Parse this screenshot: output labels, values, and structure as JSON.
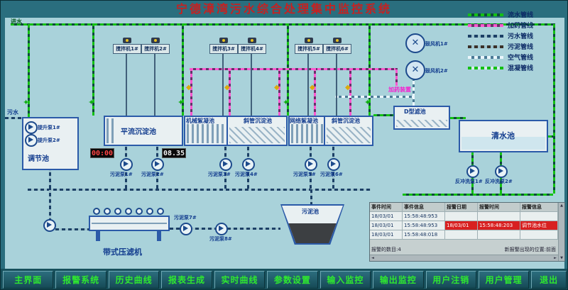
{
  "title": "宁德漳湾污水综合处理集中监控系统",
  "inlet_label": "进水",
  "sewage_label": "污水",
  "legend": {
    "items": [
      {
        "label": "流水管线"
      },
      {
        "label": "加药管线"
      },
      {
        "label": "污水管线"
      },
      {
        "label": "污泥管线"
      },
      {
        "label": "空气管线"
      },
      {
        "label": "混凝管线"
      }
    ]
  },
  "tanks": {
    "regulating": "调节池",
    "horizontal_sedimentation": "平流沉淀池",
    "mechanical_flocculation": "机械絮凝池",
    "inclined_tube_1": "斜管沉淀池",
    "grid_flocculation": "网络絮凝池",
    "inclined_tube_2": "斜管沉淀池",
    "d_filter": "D型滤池",
    "clear_water": "清水池",
    "sludge_tank": "污泥池",
    "belt_press": "带式压滤机"
  },
  "mixers": [
    "搅拌机1#",
    "搅拌机2#",
    "搅拌机3#",
    "搅拌机4#",
    "搅拌机5#",
    "搅拌机6#"
  ],
  "blowers": [
    "鼓风机1#",
    "鼓风机2#"
  ],
  "dosing_label": "加药装置",
  "pumps": {
    "lift1": "提升泵1#",
    "lift2": "提升泵2#",
    "sludge1": "污泥泵1#",
    "sludge2": "污泥泵2#",
    "sludge3": "污泥泵3#",
    "sludge4": "污泥泵4#",
    "sludge5": "污泥泵5#",
    "sludge6": "污泥泵6#",
    "sludge7": "污泥泵7#",
    "sludge8": "污泥泵8#",
    "backwash1": "反冲洗泵1#",
    "backwash2": "反冲洗泵2#"
  },
  "timers": {
    "t1": "00:00",
    "t2": "08.35"
  },
  "alarm_panel": {
    "headers": [
      "事件时间",
      "事件信息",
      "报警日期",
      "报警时间",
      "报警信息"
    ],
    "rows": [
      {
        "cells": [
          "18/03/01",
          "15:58:48:953",
          "",
          "",
          ""
        ]
      },
      {
        "cells": [
          "18/03/01",
          "15:58:48:953",
          "18/03/01",
          "15:58:48:203",
          "调节池水位"
        ]
      },
      {
        "cells": [
          "18/03/01",
          "15:58:48:018",
          "",
          "",
          ""
        ]
      }
    ],
    "footer_left": "报警的数目:4",
    "footer_right": "新报警出现的位置:前面"
  },
  "buttons": [
    "主界面",
    "报警系统",
    "历史曲线",
    "报表生成",
    "实时曲线",
    "参数设置",
    "输入监控",
    "输出监控",
    "用户注销",
    "用户管理",
    "退出"
  ],
  "icons": {
    "valve_star": "✦",
    "valve_diamond": "◆",
    "fan": "✕",
    "up": "▲",
    "down": "▼",
    "left": "◄",
    "right": "►"
  },
  "colors": {
    "flow_green": "#14c014",
    "dosing_pink": "#ff58d0",
    "sewage_navy": "#1c4066",
    "alarm_red": "#d82020",
    "title_red": "#c82020",
    "button_green": "#2fe82f"
  }
}
